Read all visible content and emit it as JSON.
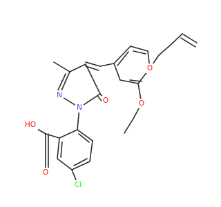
{
  "diagram": {
    "type": "chemical-structure",
    "colors": {
      "bond": "#2b2b2b",
      "oxygen": "#ff0d0d",
      "nitrogen": "#3050f8",
      "chlorine": "#1ff01f",
      "carbon": "#2b2b2b"
    },
    "atom_labels": {
      "allyl_ether_o": "O",
      "methoxy_o": "O",
      "ring_n1": "N",
      "ring_n2": "N",
      "ketone_o": "O",
      "acid_ho": "HO",
      "acid_o": "O",
      "chloro": "Cl"
    }
  }
}
